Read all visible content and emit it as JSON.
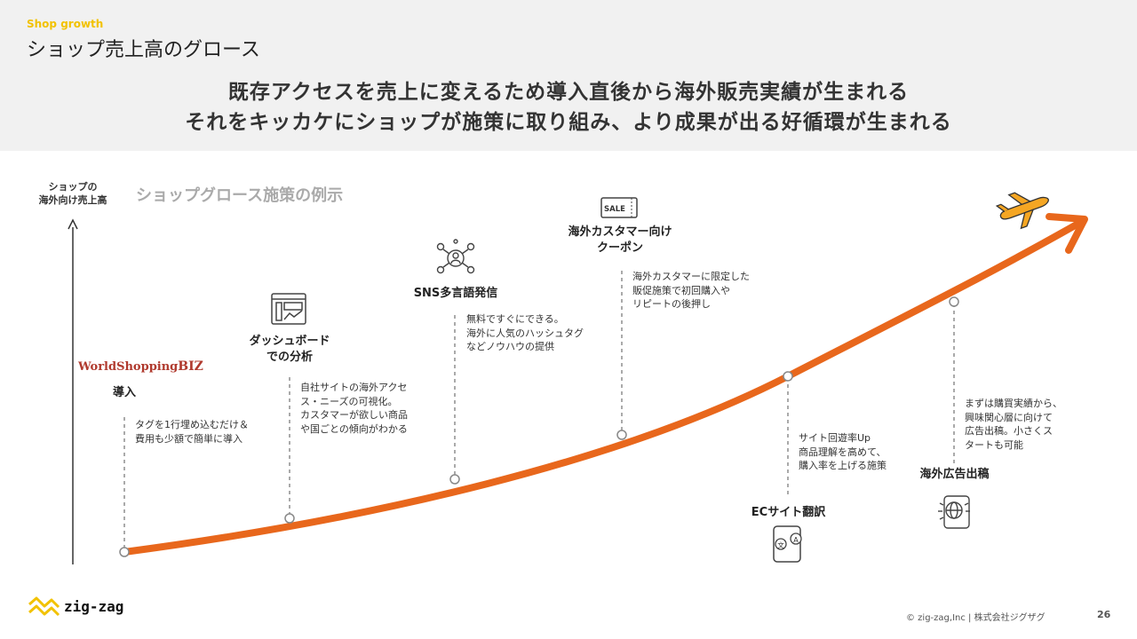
{
  "header": {
    "eyebrow": "Shop growth",
    "title": "ショップ売上高のグロース",
    "headline_1": "既存アクセスを売上に変えるため導入直後から海外販売実績が生まれる",
    "headline_2": "それをキッカケにショップが施策に取り組み、より成果が出る好循環が生まれる"
  },
  "y_axis_label": [
    "ショップの",
    "海外向け売上高"
  ],
  "section_title": "ショップグロース施策の例示",
  "colors": {
    "accent": "#e8671c",
    "eyebrow": "#f2c200",
    "plane": "#f5a623"
  },
  "logo_wsb": {
    "main": "WorldShopping",
    "suffix": "BIZ"
  },
  "steps": [
    {
      "title": [
        "導入"
      ],
      "desc": [
        "タグを1行埋め込むだけ＆",
        "費用も少額で簡単に導入"
      ],
      "icon": "worldshopping-logo"
    },
    {
      "title": [
        "ダッシュボード",
        "での分析"
      ],
      "desc": [
        "自社サイトの海外アクセ",
        "ス・ニーズの可視化。",
        "カスタマーが欲しい商品",
        "や国ごとの傾向がわかる"
      ],
      "icon": "dashboard-icon"
    },
    {
      "title": [
        "SNS多言語発信"
      ],
      "desc": [
        "無料ですぐにできる。",
        "海外に人気のハッシュタグ",
        "などノウハウの提供"
      ],
      "icon": "network-icon"
    },
    {
      "title": [
        "海外カスタマー向け",
        "クーポン"
      ],
      "desc": [
        "海外カスタマーに限定した",
        "販促施策で初回購入や",
        "リピートの後押し"
      ],
      "icon": "sale-coupon-icon",
      "icon_text": "SALE"
    },
    {
      "title": [
        "ECサイト翻訳"
      ],
      "desc": [
        "サイト回遊率Up",
        "商品理解を高めて、",
        "購入率を上げる施策"
      ],
      "icon": "translate-phone-icon",
      "icon_text": [
        "文",
        "A"
      ]
    },
    {
      "title": [
        "海外広告出稿"
      ],
      "desc": [
        "まずは購買実績から、",
        "興味関心層に向けて",
        "広告出稿。小さくス",
        "タートも可能"
      ],
      "icon": "global-ads-icon"
    }
  ],
  "footer": {
    "brand": "zig-zag",
    "copyright": "© zig-zag,Inc |  株式会社ジグザグ",
    "page": "26"
  }
}
